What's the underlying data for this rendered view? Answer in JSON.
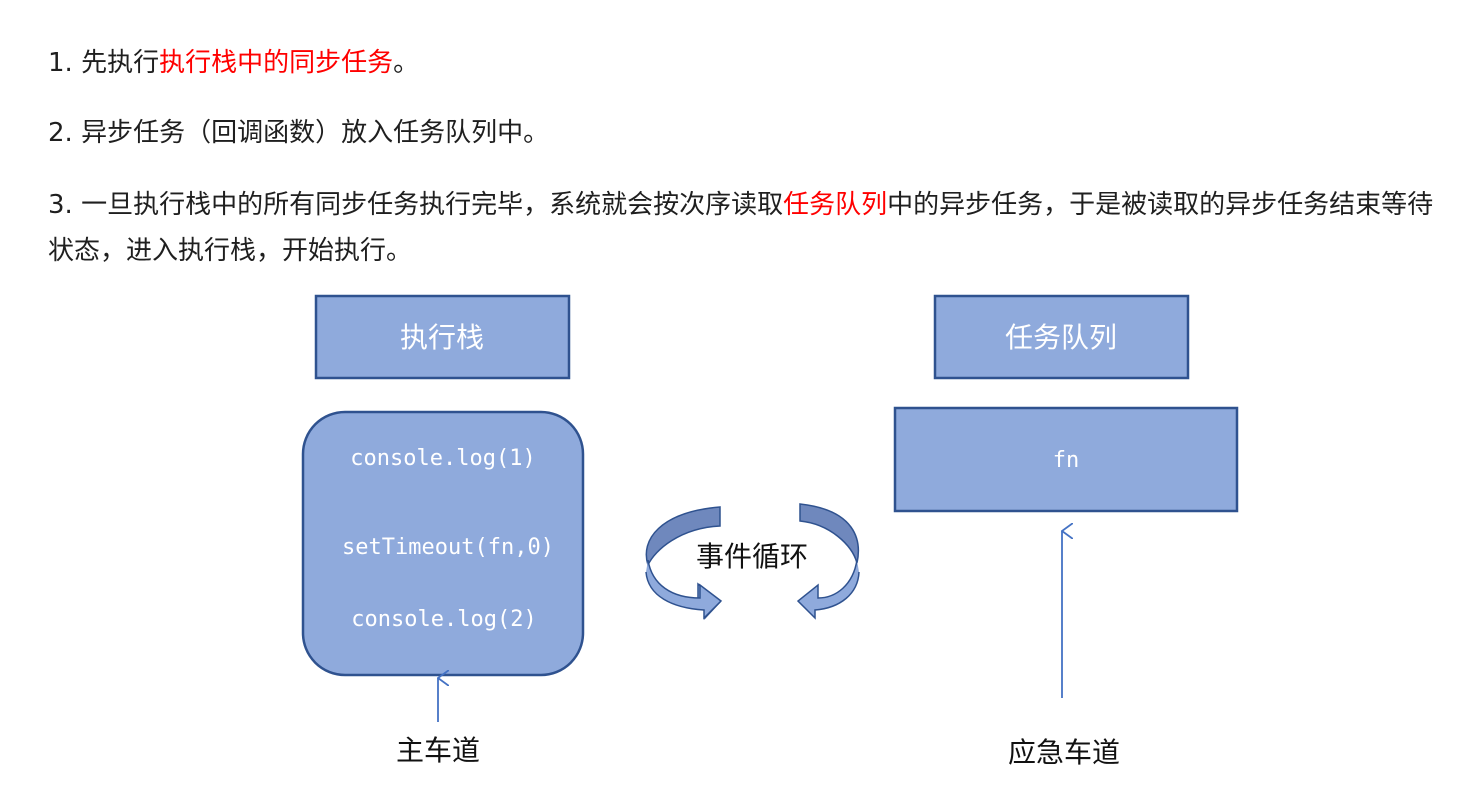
{
  "steps": [
    {
      "before": "1. 先执行",
      "highlight": "执行栈中的同步任务",
      "after": "。"
    },
    {
      "text": "2. 异步任务（回调函数）放入任务队列中。"
    },
    {
      "before": "3. 一旦执行栈中的所有同步任务执行完毕，系统就会按次序读取",
      "highlight": "任务队列",
      "after": "中的异步任务，于是被读取的异步任务结束等待状态，进入执行栈，开始执行。"
    }
  ],
  "diagram": {
    "execution_stack_label": "执行栈",
    "task_queue_label": "任务队列",
    "stack_items": [
      "console.log(1)",
      "setTimeout(fn,0)",
      "console.log(2)"
    ],
    "queue_item": "fn",
    "event_loop_label": "事件循环",
    "main_lane_label": "主车道",
    "emergency_lane_label": "应急车道"
  },
  "colors": {
    "highlight": "#ff0000",
    "box_fill": "#8faadc",
    "box_stroke": "#2f528f",
    "arrow_dark": "#6f88bd",
    "arrow_light": "#8faadc",
    "up_arrow": "#4472c4"
  }
}
